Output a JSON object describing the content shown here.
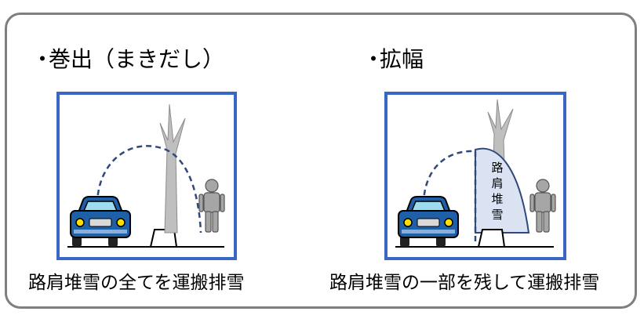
{
  "left": {
    "bullet": "・",
    "title": "巻出（まきだし）",
    "caption": "路肩堆雪の全てを運搬排雪"
  },
  "right": {
    "bullet": "・",
    "title": "拡幅",
    "caption": "路肩堆雪の一部を残して運搬排雪",
    "snow_label": [
      "路",
      "肩",
      "堆",
      "雪"
    ]
  },
  "colors": {
    "frame": "#7f7f7f",
    "panel_border": "#3b67c4",
    "car_body": "#1f5fa8",
    "snow_pile": "#dbe3f3",
    "tree": "#bfbfbf",
    "person": "#a6a6a6"
  }
}
